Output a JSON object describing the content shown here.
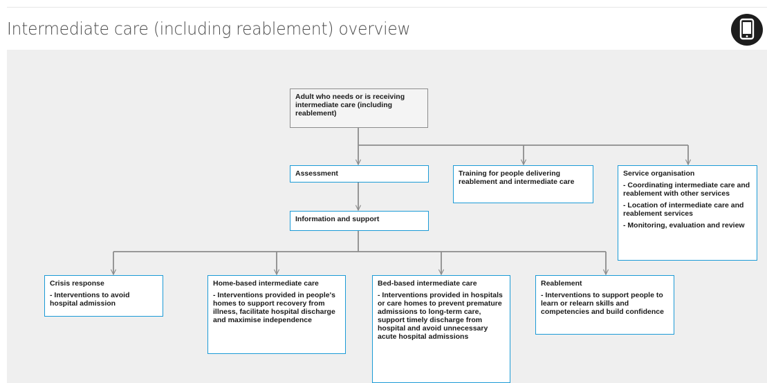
{
  "header": {
    "title": "Intermediate care (including reablement) overview",
    "device_icon": "tablet-icon"
  },
  "diagram": {
    "root": "Adult who needs or is receiving intermediate care (including reablement)",
    "assessment": "Assessment",
    "information_support": "Information and support",
    "training": "Training for people delivering reablement and intermediate care",
    "service_organisation": {
      "title": "Service organisation",
      "items": [
        "- Coordinating intermediate care and reablement with other services",
        "- Location of intermediate care and reablement services",
        "- Monitoring, evaluation and review"
      ]
    },
    "crisis_response": {
      "title": "Crisis response",
      "items": [
        "- Interventions to avoid hospital admission"
      ]
    },
    "home_based": {
      "title": "Home-based intermediate care",
      "items": [
        "- Interventions provided in people's homes to support recovery from illness, facilitate hospital discharge and maximise independence"
      ]
    },
    "bed_based": {
      "title": "Bed-based intermediate care",
      "items": [
        "- Interventions provided in hospitals or care homes to prevent premature admissions to long-term care, support timely discharge from hospital and avoid unnecessary acute hospital admissions"
      ]
    },
    "reablement": {
      "title": "Reablement",
      "items": [
        "- Interventions to support people to learn or relearn skills and competencies and build confidence"
      ]
    }
  },
  "colors": {
    "node_border": "#1a9ad6",
    "root_border": "#8c8c8c",
    "connector": "#8c8c8c",
    "canvas_background": "#efefef"
  }
}
